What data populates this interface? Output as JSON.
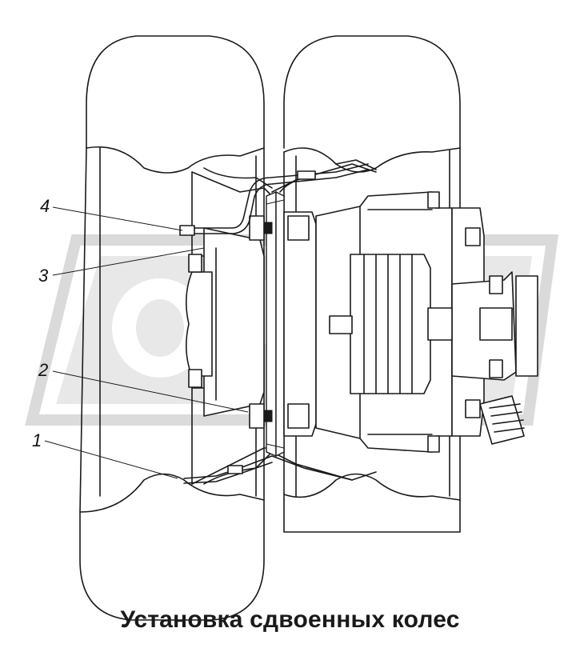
{
  "caption": "Установка сдвоенных колес",
  "callouts": [
    {
      "id": "1",
      "label": "1"
    },
    {
      "id": "2",
      "label": "2"
    },
    {
      "id": "3",
      "label": "3"
    },
    {
      "id": "4",
      "label": "4"
    }
  ],
  "watermark": {
    "text": "OPEX",
    "color": "#c8c8c8"
  },
  "colors": {
    "line": "#1a1a1a",
    "background": "#ffffff"
  }
}
